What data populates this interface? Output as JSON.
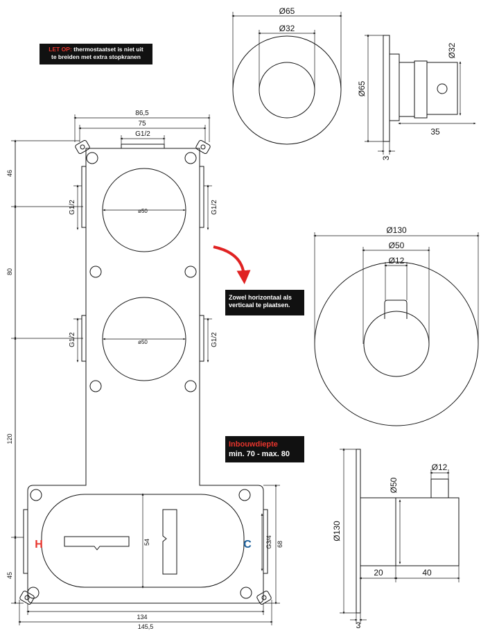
{
  "notes": {
    "warning_prefix": "LET OP:",
    "warning_line1": " thermostaatset is niet uit",
    "warning_line2": "te breiden met extra stopkranen",
    "orientation_line1": "Zowel horizontaal als",
    "orientation_line2": "verticaal te plaatsen.",
    "depth_title": "Inbouwdiepte",
    "depth_value": "min. 70 - max. 80"
  },
  "plate": {
    "top_width_outer": "86,5",
    "top_width_inner": "75",
    "top_thread": "G1/2",
    "side_thread": "G1/2",
    "hole_diameter": "ø50",
    "height_top": "46",
    "height_mid": "80",
    "height_low": "120",
    "height_bottom": "45",
    "box_depth": "54",
    "outlet_thread": "G3/4",
    "box_height": "68",
    "bottom_width_inner": "134",
    "bottom_width_outer": "145,5",
    "hot_label": "H",
    "cold_label": "C"
  },
  "small_knob": {
    "outer_diameter": "Ø65",
    "inner_diameter": "Ø32",
    "side_height": "Ø65",
    "side_diameter": "Ø32",
    "length": "35",
    "plate_thickness": "3"
  },
  "large_rosette": {
    "outer_diameter": "Ø130",
    "middle_diameter": "Ø50",
    "spindle_diameter": "Ø12"
  },
  "large_side": {
    "height": "Ø130",
    "body_diameter": "Ø50",
    "spindle_diameter": "Ø12",
    "depth_a": "20",
    "depth_b": "40",
    "plate_thickness": "3"
  },
  "colors": {
    "hot": "#e8352d",
    "cold": "#1a5e9a",
    "arrow": "#e02222",
    "note_bg": "#111111"
  }
}
